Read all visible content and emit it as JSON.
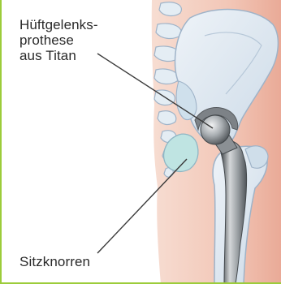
{
  "labels": {
    "implant": [
      "Hüftgelenks-",
      "prothese",
      "aus Titan"
    ],
    "ischium": "Sitzknorren"
  },
  "colors": {
    "skin": "#f2c8b8",
    "bone_fill": "#dfe9f2",
    "bone_outline": "#9fb3c8",
    "cartilage": "#bfe4e2",
    "titanium_dark": "#6f7478",
    "titanium_light": "#c9ccce",
    "frame_green": "#9ccc3a",
    "leader_line": "#3a3a3a"
  }
}
